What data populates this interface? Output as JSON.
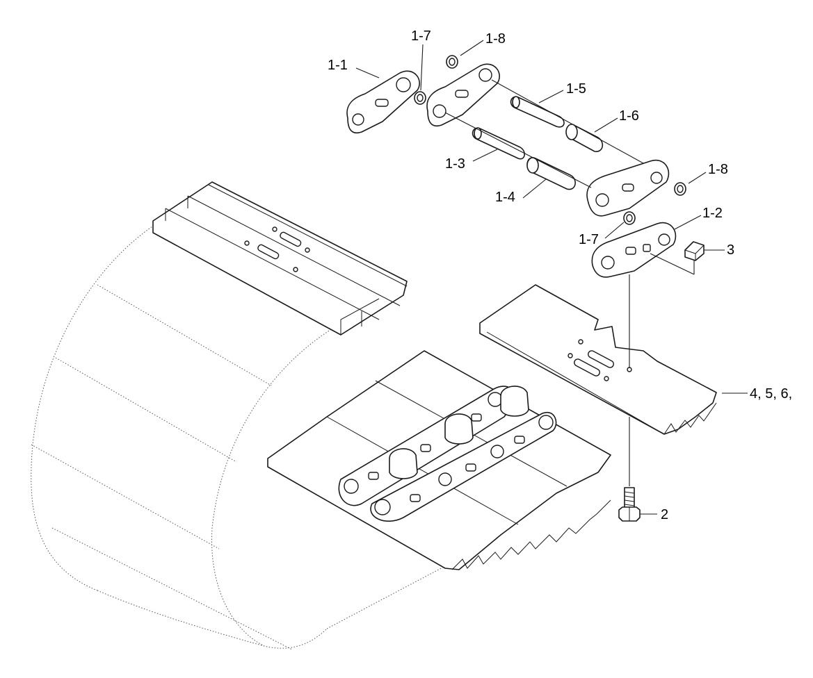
{
  "callouts": {
    "c1_1": "1-1",
    "c1_7_top": "1-7",
    "c1_8_top": "1-8",
    "c1_5": "1-5",
    "c1_6": "1-6",
    "c1_3": "1-3",
    "c1_4": "1-4",
    "c1_8_right": "1-8",
    "c1_2": "1-2",
    "c1_7_mid": "1-7",
    "c3": "3",
    "c456": "4, 5, 6,",
    "c2": "2"
  }
}
